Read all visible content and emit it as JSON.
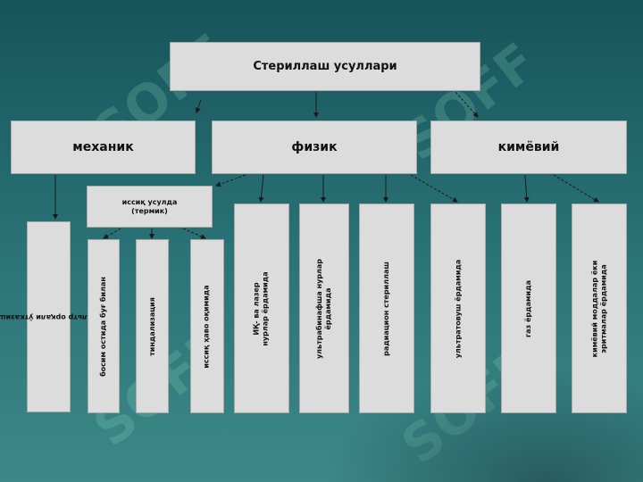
{
  "watermark": "SOFF",
  "root": {
    "label": "Стериллаш усуллари"
  },
  "categories": [
    {
      "id": "mechanical",
      "label": "механик"
    },
    {
      "id": "physical",
      "label": "физик"
    },
    {
      "id": "chemical",
      "label": "кимёвий"
    }
  ],
  "thermal": {
    "label": "иссиқ усулда\n(термик)"
  },
  "methods": [
    {
      "id": "filter",
      "label": "фильтр орқали ўтказиш"
    },
    {
      "id": "steam",
      "label": "босим остида буғ билан"
    },
    {
      "id": "tyndall",
      "label": "тиндализация"
    },
    {
      "id": "hot-air",
      "label": "иссиқ ҳаво оқимида"
    },
    {
      "id": "ir-laser",
      "label": "ИҚ- ва лазер\nнурлар ёрдамида"
    },
    {
      "id": "uv",
      "label": "ультрабинафша нурлар\nёрдамида"
    },
    {
      "id": "radiation",
      "label": "радиацион стериллаш"
    },
    {
      "id": "ultrasound",
      "label": "ультратовуш ёрдамида"
    },
    {
      "id": "gas",
      "label": "газ ёрдамида"
    },
    {
      "id": "chem-solutions",
      "label": "кимёвий моддалар ёки\nэритмалар ёрдамида"
    }
  ]
}
